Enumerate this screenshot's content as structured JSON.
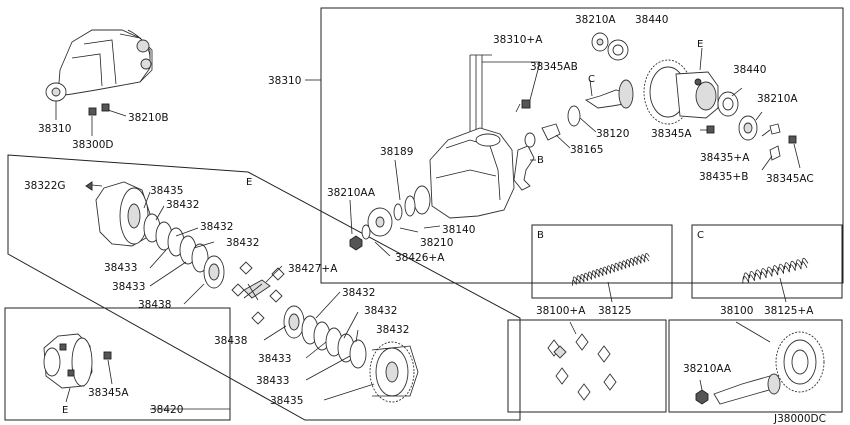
{
  "diagram_code": "J38000DC",
  "labels": {
    "l38310_top": "38310",
    "l38210B": "38210B",
    "l38300D": "38300D",
    "l38310_main": "38310",
    "l38310A": "38310+A",
    "l38345AB": "38345AB",
    "l38210A_1": "38210A",
    "l38440_1": "38440",
    "lE_1": "E",
    "lC_1": "C",
    "l38440_2": "38440",
    "l38210A_2": "38210A",
    "l38345A_1": "38345A",
    "l38435A": "38435+A",
    "l38435B": "38435+B",
    "l38345AC": "38345AC",
    "l38120": "38120",
    "l38165": "38165",
    "lB_1": "B",
    "l38189": "38189",
    "l38210AA_1": "38210AA",
    "l38140": "38140",
    "l38210": "38210",
    "l38426A": "38426+A",
    "lE_2": "E",
    "l38322G": "38322G",
    "l38435_1": "38435",
    "l38432_1": "38432",
    "l38432_2": "38432",
    "l38432_3": "38432",
    "l38433_1": "38433",
    "l38433_2": "38433",
    "l38427A": "38427+A",
    "l38438_1": "38438",
    "l38432_4": "38432",
    "l38438_2": "38438",
    "l38432_5": "38432",
    "l38433_3": "38433",
    "l38432_6": "38432",
    "l38433_4": "38433",
    "l38435_2": "38435",
    "l38345A_2": "38345A",
    "lE_3": "E",
    "l38420": "38420",
    "lB_2": "B",
    "l38125": "38125",
    "lC_2": "C",
    "l38125A": "38125+A",
    "l38100A": "38100+A",
    "l38100": "38100",
    "l38210AA_2": "38210AA"
  }
}
